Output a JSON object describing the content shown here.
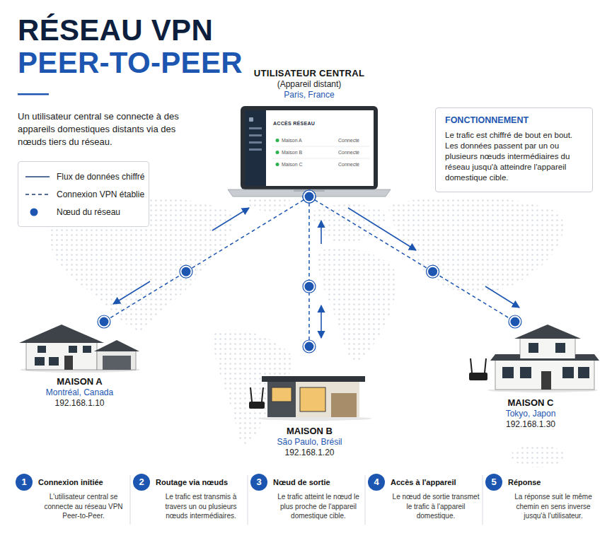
{
  "diagram": {
    "title": "RÉSEAU VPN PEER-TO-PEER",
    "caption": "Un utilisateur central se connecte à des appareils domestiques distants via des nœuds tiers du réseau.",
    "nodes": [
      {
        "text": [
          "UTILISATEUR CENTRAL",
          "(Appareil distant)",
          "Paris, France"
        ]
      },
      {
        "text": [
          "FONCTIONNEMENT",
          "Le trafic est chiffré de bout en bout. Les données passent par un ou plusieurs nœuds intermédiaires du réseau jusqu'à atteindre l'appareil domestique cible."
        ]
      },
      {
        "text": [
          "MAISON A",
          "Montréal, Canada",
          "192.168.1.10"
        ]
      },
      {
        "text": [
          "MAISON B",
          "São Paulo, Brésil",
          "192.168.1.20"
        ]
      },
      {
        "text": [
          "MAISON C",
          "Tokyo, Japon",
          "192.168.1.30"
        ]
      },
      {
        "text": [
          "Connexion initiée",
          "L'utilisateur central se connecte au réseau VPN Peer-to-Peer."
        ]
      },
      {
        "text": [
          "1"
        ],
        "in": 5
      },
      {
        "text": [
          "Routage via nœuds",
          "Le trafic est transmis à travers un ou plusieurs nœuds intermédiaires."
        ]
      },
      {
        "text": [
          "2"
        ],
        "in": 7
      },
      {
        "text": [
          "Nœud de sortie",
          "Le trafic atteint le nœud le plus proche de l'appareil domestique cible."
        ]
      },
      {
        "text": [
          "3"
        ],
        "in": 9
      },
      {
        "text": [
          "Accès à l'appareil",
          "Le nœud de sortie transmet le trafic à l'appareil domestique."
        ]
      },
      {
        "text": [
          "4"
        ],
        "in": 11
      },
      {
        "text": [
          "Réponse",
          "La réponse suit le même chemin en sens inverse jusqu'à l'utilisateur."
        ]
      },
      {
        "text": [
          "5"
        ],
        "in": 13
      }
    ],
    "edges": [
      {
        "from": 0,
        "to": 2,
        "arrow": "none"
      },
      {
        "from": 0,
        "to": 3,
        "arrow": "none"
      },
      {
        "from": 0,
        "to": 4,
        "arrow": "none"
      }
    ],
    "labels": [
      "ACCÈS RÉSEAU",
      "Maison A",
      "Connecté",
      "Maison B",
      "Connecté",
      "Maison C",
      "Connecté"
    ],
    "legend": [
      {
        "text": "Flux de données chiffré"
      },
      {
        "text": "Connexion VPN établie"
      },
      {
        "text": "Nœud du réseau"
      }
    ]
  }
}
